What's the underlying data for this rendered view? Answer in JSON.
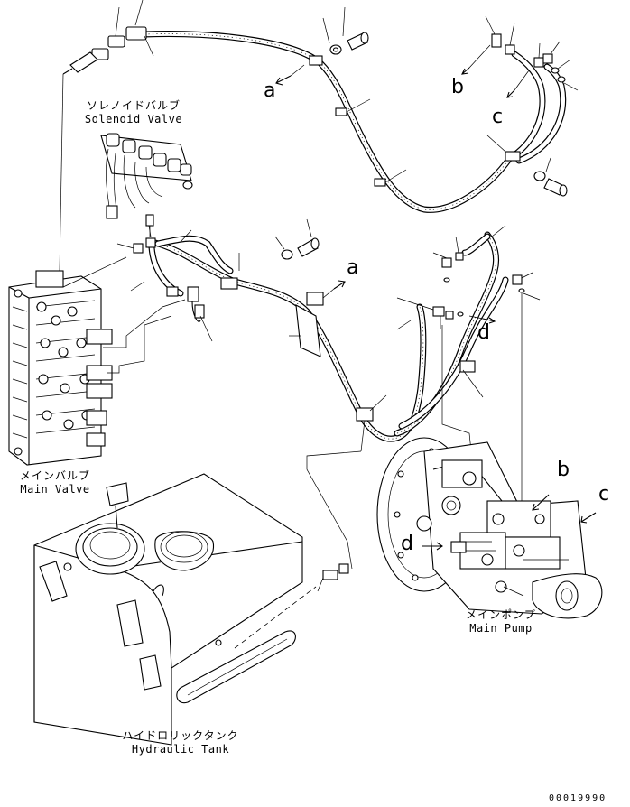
{
  "components": {
    "solenoid_valve": {
      "jp": "ソレノイドバルブ",
      "en": "Solenoid Valve"
    },
    "main_valve": {
      "jp": "メインバルブ",
      "en": "Main Valve"
    },
    "main_pump": {
      "jp": "メインポンプ",
      "en": "Main Pump"
    },
    "hydraulic_tank": {
      "jp": "ハイドロリックタンク",
      "en": "Hydraulic Tank"
    }
  },
  "connection_letters": [
    "a",
    "b",
    "c",
    "a",
    "d",
    "b",
    "c",
    "d"
  ],
  "part_code": "00019990"
}
